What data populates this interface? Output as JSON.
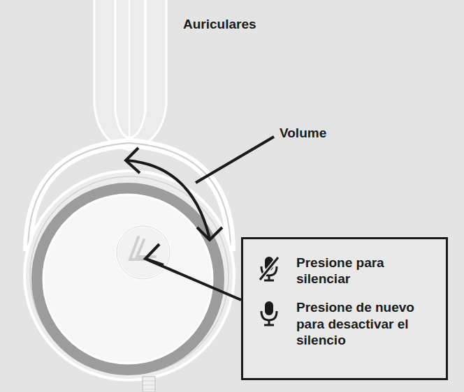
{
  "diagram": {
    "nodes": [
      {
        "text": [
          "Presione para silenciar",
          "Presione de nuevo para desactivar el silencio"
        ]
      }
    ],
    "labels": [
      "Auriculares",
      "Volume"
    ]
  }
}
